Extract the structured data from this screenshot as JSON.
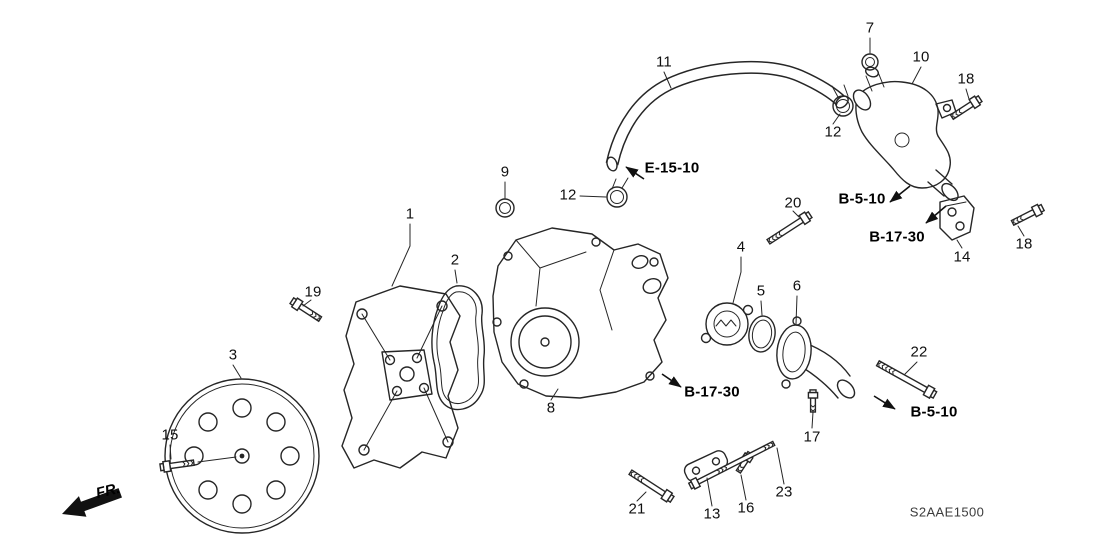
{
  "diagram": {
    "code": "S2AAE1500",
    "fr_indicator": "FR.",
    "callouts": {
      "part1": "1",
      "part2": "2",
      "part3": "3",
      "part4": "4",
      "part5": "5",
      "part6": "6",
      "part7": "7",
      "part8": "8",
      "part9": "9",
      "part10": "10",
      "part11": "11",
      "part12_upper": "12",
      "part12_lower": "12",
      "part13": "13",
      "part14": "14",
      "part15": "15",
      "part16": "16",
      "part17": "17",
      "part18_upper": "18",
      "part18_lower": "18",
      "part19": "19",
      "part20": "20",
      "part21": "21",
      "part22": "22",
      "part23": "23"
    },
    "ref_codes": {
      "hose_end": "E-15-10",
      "water_outlet_upper": "B-5-10",
      "heater_upper": "B-17-30",
      "heater_lower": "B-17-30",
      "water_outlet_lower": "B-5-10"
    }
  }
}
